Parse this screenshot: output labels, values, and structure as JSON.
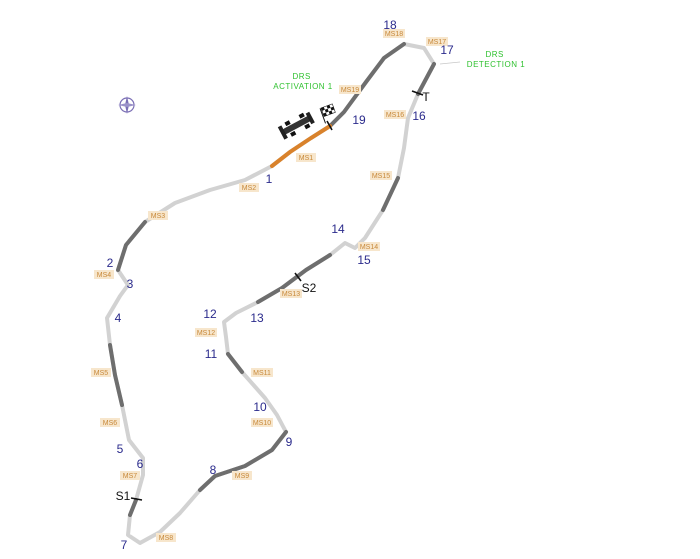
{
  "map": {
    "corners": [
      "1",
      "2",
      "3",
      "4",
      "5",
      "6",
      "7",
      "8",
      "9",
      "10",
      "11",
      "12",
      "13",
      "14",
      "15",
      "16",
      "17",
      "18",
      "19"
    ],
    "sectors": [
      "S1",
      "S2",
      "T"
    ],
    "mini_sectors": [
      "MS1",
      "MS2",
      "MS3",
      "MS4",
      "MS5",
      "MS6",
      "MS7",
      "MS8",
      "MS9",
      "MS10",
      "MS11",
      "MS12",
      "MS13",
      "MS14",
      "MS15",
      "MS16",
      "MS17",
      "MS18",
      "MS19"
    ],
    "drs": {
      "activation": [
        "DRS",
        "ACTIVATION 1"
      ],
      "detection": [
        "DRS",
        "DETECTION 1"
      ]
    },
    "icons": [
      "compass-icon",
      "car-icon",
      "chequered-flag-icon"
    ],
    "colors": {
      "track_light": "#d2d2d2",
      "track_dark": "#6e6e6e",
      "drs_zone": "#d9822b",
      "corner_text": "#2b2b8c",
      "mini_sector_text": "#c8893a",
      "drs_text": "#2fc12f"
    }
  }
}
